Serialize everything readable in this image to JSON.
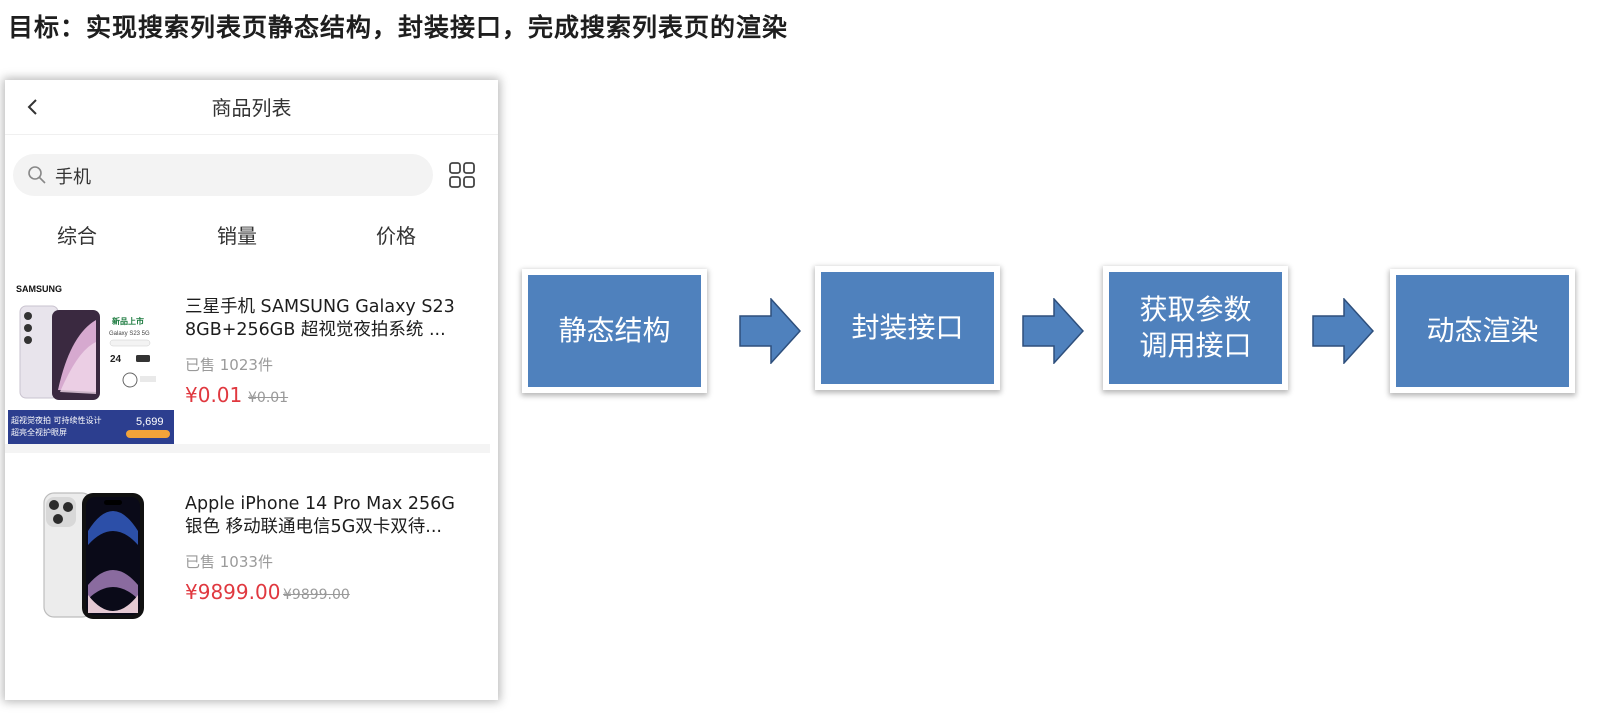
{
  "heading": "目标：实现搜索列表页静态结构，封装接口，完成搜索列表页的渲染",
  "phone": {
    "title": "商品列表",
    "search_value": "手机",
    "sort_tabs": [
      "综合",
      "销量",
      "价格"
    ],
    "goods": [
      {
        "brand": "SAMSUNG",
        "name_line1": "三星手机 SAMSUNG Galaxy S23",
        "name_line2": "8GB+256GB 超视觉夜拍系统 ...",
        "sold": "已售 1023件",
        "price": "¥0.01",
        "original_price": "¥0.01",
        "banner": {
          "new": "新品上市",
          "model": "Galaxy S23 5G",
          "size": "24",
          "ribbon_line1": "超视觉夜拍 可持续性设计",
          "ribbon_line2": "超亮全视护眼屏",
          "ribbon_price": "5,699"
        }
      },
      {
        "name_line1": "Apple iPhone 14 Pro Max 256G",
        "name_line2": "银色 移动联通电信5G双卡双待...",
        "sold": "已售 1033件",
        "price": "¥9899.00",
        "original_price": "¥9899.00"
      }
    ]
  },
  "flow": {
    "steps": [
      {
        "lines": [
          "静态结构"
        ]
      },
      {
        "lines": [
          "封装接口"
        ]
      },
      {
        "lines": [
          "获取参数",
          "调用接口"
        ]
      },
      {
        "lines": [
          "动态渲染"
        ]
      }
    ],
    "box_color": "#4f81bd",
    "arrow_color": "#4f81bd"
  },
  "colors": {
    "price": "#e0383f"
  }
}
